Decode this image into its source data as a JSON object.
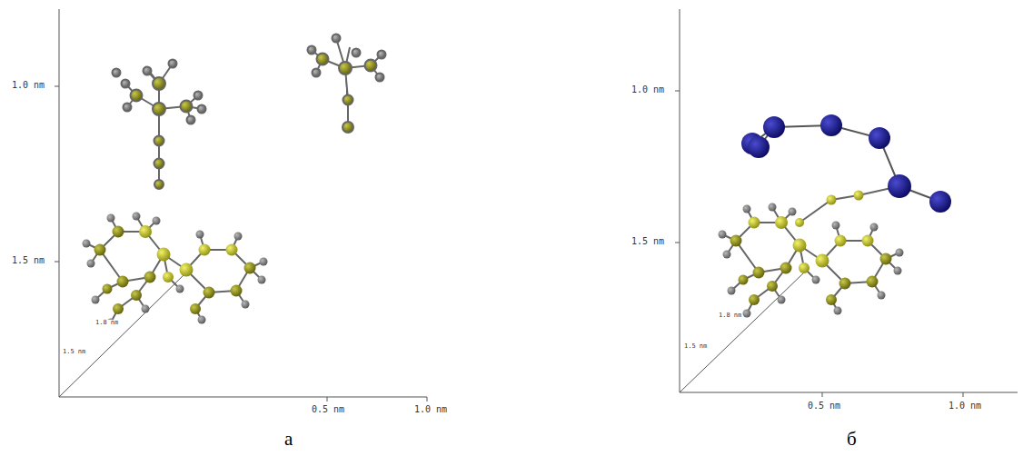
{
  "diagram": {
    "labels": [
      "1.0 nm",
      "1.5 nm",
      "1.5 nm",
      "1.8 nm",
      "0.5 nm",
      "1.0 nm",
      "а",
      "1.0 nm",
      "1.5 nm",
      "1.5 nm",
      "1.8 nm",
      "0.5 nm",
      "1.0 nm",
      "б"
    ]
  }
}
